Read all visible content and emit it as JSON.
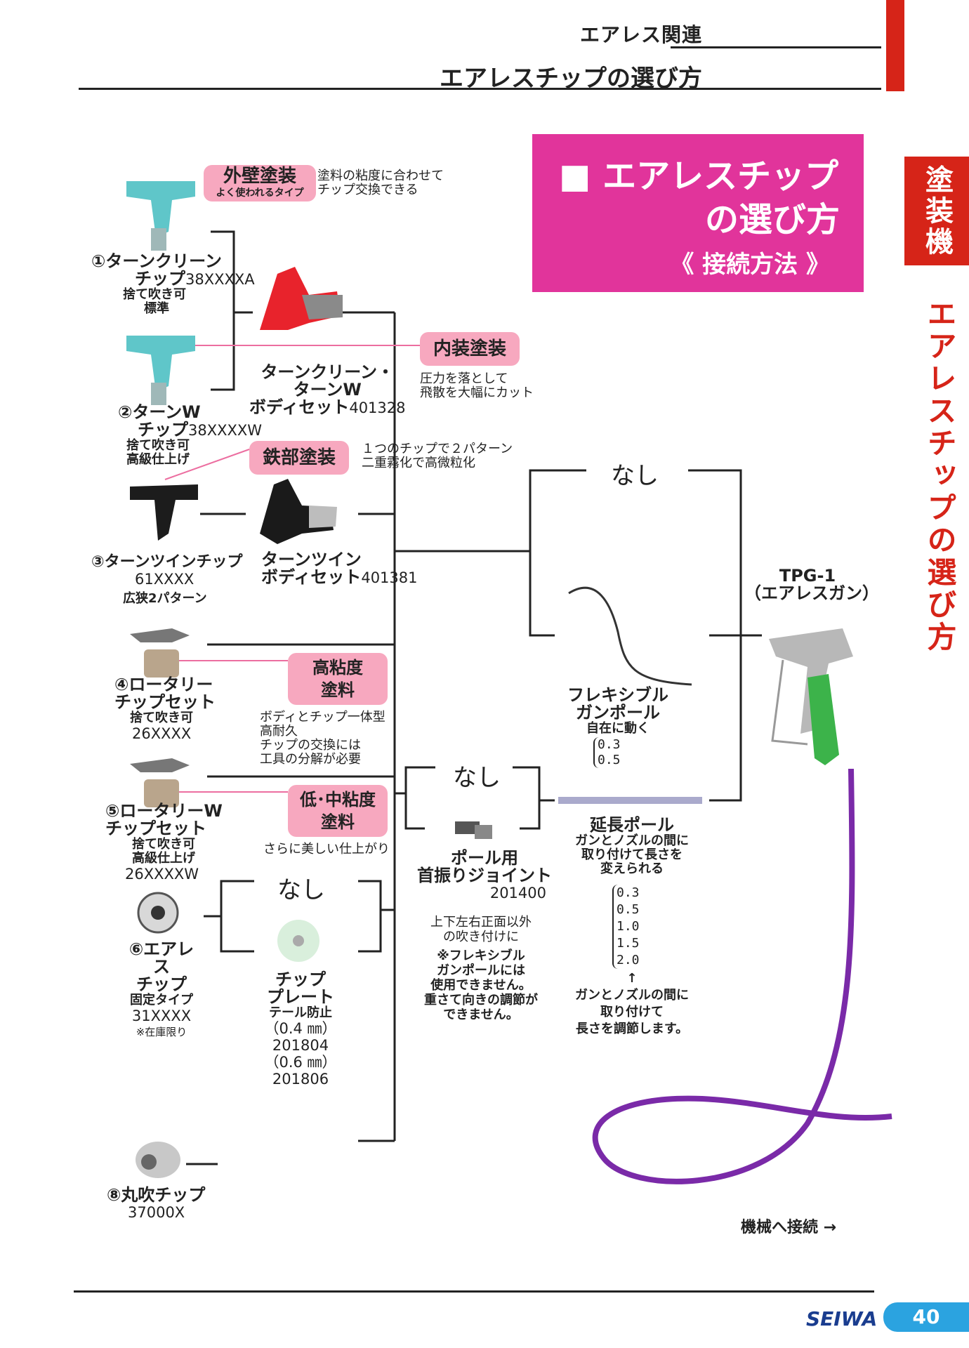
{
  "header": {
    "category": "エアレス関連",
    "title": "エアレスチップの選び方"
  },
  "side": {
    "category": "塗装機",
    "title": "エアレスチップの選び方"
  },
  "banner": {
    "line1": "■ エアレスチップ",
    "line2": "の選び方",
    "sub": "《 接続方法 》"
  },
  "tags": {
    "exterior": "外壁塗装",
    "exterior_sub": "よく使われるタイプ",
    "exterior_note": [
      "塗料の粘度に合わせて",
      "チップ交換できる"
    ],
    "interior": "内装塗装",
    "interior_note": [
      "圧力を落として",
      "飛散を大幅にカット"
    ],
    "steel": "鉄部塗装",
    "steel_note": [
      "１つのチップで２パターン",
      "二重霧化で高微粒化"
    ],
    "high_visc": [
      "高粘度",
      "塗料"
    ],
    "high_visc_note": [
      "ボディとチップ一体型",
      "高耐久",
      "チップの交換には",
      "工具の分解が必要"
    ],
    "low_visc": [
      "低･中粘度",
      "塗料"
    ],
    "low_visc_note": "さらに美しい仕上がり"
  },
  "items": {
    "i1": {
      "name": [
        "①ターンクリーン",
        "チップ"
      ],
      "code": "38XXXXA",
      "notes": [
        "捨て吹き可",
        "標準"
      ]
    },
    "i2": {
      "name": [
        "②ターンW",
        "チップ"
      ],
      "code": "38XXXXW",
      "notes": [
        "捨て吹き可",
        "高級仕上げ"
      ]
    },
    "i3": {
      "name": "③ターンツインチップ",
      "code": "61XXXX",
      "notes": "広狭2パターン"
    },
    "i4": {
      "name": [
        "④ロータリー",
        "チップセット"
      ],
      "notes": "捨て吹き可",
      "code": "26XXXX"
    },
    "i5": {
      "name": [
        "⑤ロータリーW",
        "チップセット"
      ],
      "notes": [
        "捨て吹き可",
        "高級仕上げ"
      ],
      "code": "26XXXXW"
    },
    "i6": {
      "name": [
        "⑥エアレス",
        "チップ"
      ],
      "notes": "固定タイプ",
      "code": "31XXXX",
      "stock": "※在庫限り"
    },
    "i8": {
      "name": "⑧丸吹チップ",
      "code": "37000X"
    }
  },
  "bodies": {
    "wbody": {
      "name": [
        "ターンクリーン・",
        "ターンW",
        "ボディセット"
      ],
      "code": "401328"
    },
    "twin": {
      "name": [
        "ターンツイン",
        "ボディセット"
      ],
      "code": "401381"
    },
    "plate": {
      "name": [
        "チップ",
        "プレート"
      ],
      "sub": "テール防止",
      "codes": [
        "（0.4 ㎜）201804",
        "（0.6 ㎜）201806"
      ]
    },
    "none": "なし"
  },
  "joint": {
    "name": [
      "ポール用",
      "首振りジョイント"
    ],
    "code": "201400",
    "notes": [
      "上下左右正面以外",
      "の吹き付けに",
      "※フレキシブル",
      "ガンポールには",
      "使用できません。",
      "重さて向きの調節が",
      "できません。"
    ]
  },
  "flex": {
    "name": [
      "フレキシブル",
      "ガンポール"
    ],
    "sub": "自在に動く",
    "sizes": [
      "0.3",
      "0.5"
    ]
  },
  "ext": {
    "name": "延長ポール",
    "desc": [
      "ガンとノズルの間に",
      "取り付けて長さを",
      "変えられる"
    ],
    "sizes": [
      "0.3",
      "0.5",
      "1.0",
      "1.5",
      "2.0"
    ],
    "arrow": "↑",
    "desc2": [
      "ガンとノズルの間に",
      "取り付けて",
      "長さを調節します。"
    ]
  },
  "gun": {
    "name": [
      "TPG-1",
      "（エアレスガン）"
    ]
  },
  "machine": "機械へ接続 →",
  "footer": {
    "brand": "SEIWA",
    "page": "40"
  },
  "colors": {
    "red": "#d62418",
    "magenta": "#e1349b",
    "pink_tag": "#f7a8bf",
    "hose": "#7a2aa8",
    "tip_teal": "#5fc6c9"
  }
}
